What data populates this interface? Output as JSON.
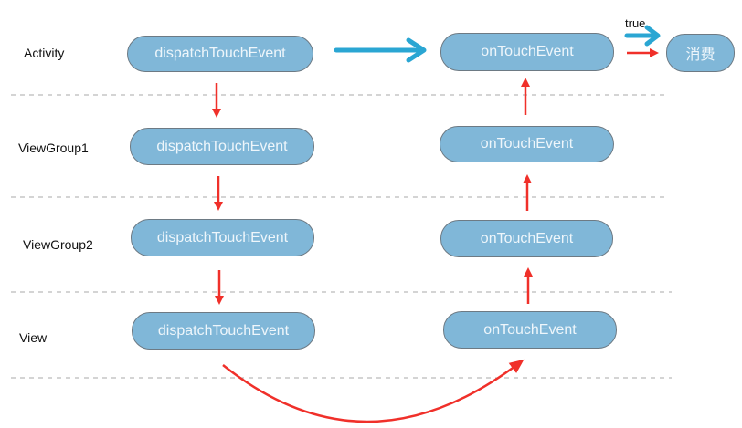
{
  "layers": [
    {
      "id": "activity",
      "label": "Activity"
    },
    {
      "id": "viewgroup1",
      "label": "ViewGroup1"
    },
    {
      "id": "viewgroup2",
      "label": "ViewGroup2"
    },
    {
      "id": "view",
      "label": "View"
    }
  ],
  "nodes": {
    "dispatch": "dispatchTouchEvent",
    "on_touch": "onTouchEvent",
    "consume": "消费"
  },
  "edge_labels": {
    "true": "true"
  },
  "colors": {
    "node_fill": "#80b7d8",
    "node_border": "#6d7a84",
    "node_text": "#eef6fb",
    "red_arrow": "#f0302a",
    "blue_arrow": "#2aa6d3",
    "divider": "#a9a9a9"
  }
}
